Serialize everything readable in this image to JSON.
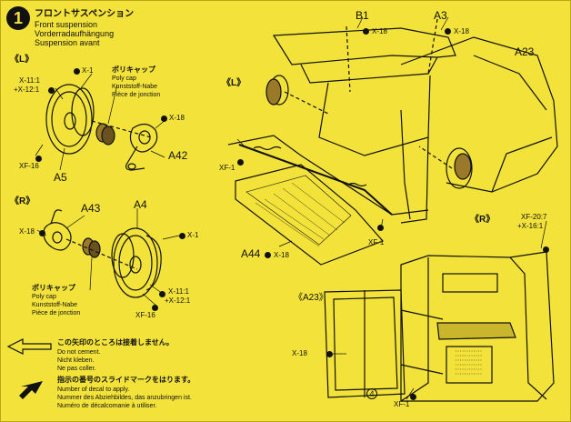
{
  "step": {
    "number": "1",
    "title_jp": "フロントサスペンション",
    "title_en": "Front suspension",
    "title_de": "Vorderradaufhängung",
    "title_fr": "Suspension avant"
  },
  "left_assembly": {
    "side_label": "《L》",
    "x1": "X-1",
    "x11_12": "X-11:1",
    "x12_1": "+X-12:1",
    "polycap_jp": "ポリキャップ",
    "polycap_en": "Poly cap",
    "polycap_de": "Kunststoff-Nabe",
    "polycap_fr": "Pièce de jonction",
    "x18": "X-18",
    "a42": "A42",
    "a5": "A5",
    "xf16": "XF-16"
  },
  "right_assembly": {
    "side_label": "《R》",
    "a43": "A43",
    "a4": "A4",
    "x18": "X-18",
    "x1": "X-1",
    "polycap_jp": "ポリキャップ",
    "polycap_en": "Poly cap",
    "polycap_de": "Kunststoff-Nabe",
    "polycap_fr": "Pièce de jonction",
    "x11_12": "X-11:1",
    "x12_1": "+X-12:1",
    "xf16": "XF-16"
  },
  "main_assembly": {
    "b1": "B1",
    "b1_x18": "X-18",
    "a3": "A3",
    "a3_x18": "X-18",
    "a23": "A23",
    "l_label": "《L》",
    "r_label": "《R》",
    "xf1_left": "XF-1",
    "xf1_bottom": "XF-1",
    "a44": "A44",
    "a44_x18": "X-18"
  },
  "detail_a23": {
    "label": "《A23》",
    "xf20": "XF-20:7",
    "x16": "+X-16:1",
    "x18": "X-18",
    "xf1": "XF-1",
    "callout": "4"
  },
  "legend": {
    "no_cement_jp": "この矢印のところは接着しません。",
    "no_cement_en": "Do not cement.",
    "no_cement_de": "Nicht kleben.",
    "no_cement_fr": "Ne pas coller.",
    "decal_jp": "指示の番号のスライドマークをはります。",
    "decal_en": "Number of decal to apply.",
    "decal_de": "Nummer des Abziehbildes, das anzubringen ist.",
    "decal_fr": "Numéro de décalcomanie à utiliser."
  }
}
